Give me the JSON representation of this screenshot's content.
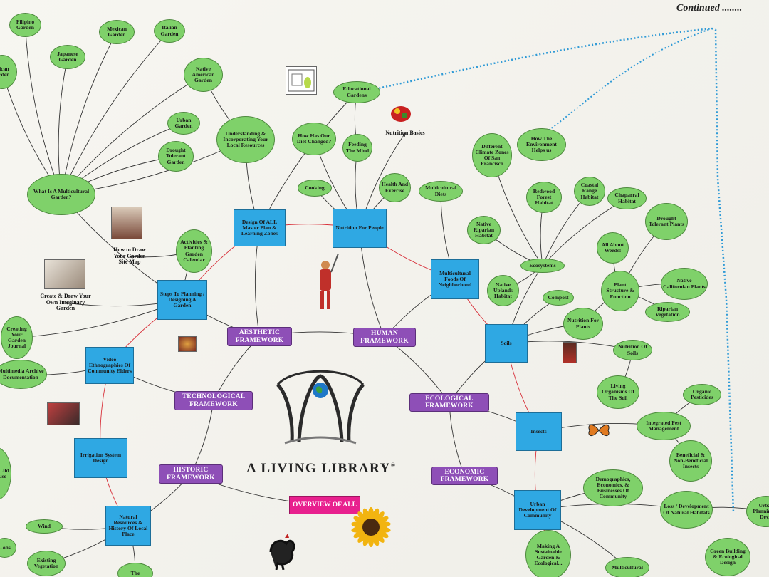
{
  "continued_text": "Continued ........",
  "title": "A LIVING LIBRARY",
  "title_mark": "®",
  "framework_nodes": [
    {
      "id": "aesthetic",
      "text": "AESTHETIC FRAMEWORK"
    },
    {
      "id": "human",
      "text": "HUMAN FRAMEWORK"
    },
    {
      "id": "technological",
      "text": "TECHNOLOGICAL FRAMEWORK"
    },
    {
      "id": "ecological",
      "text": "ECOLOGICAL FRAMEWORK"
    },
    {
      "id": "historic",
      "text": "HISTORIC FRAMEWORK"
    },
    {
      "id": "economic",
      "text": "ECONOMIC FRAMEWORK"
    }
  ],
  "overview_node": {
    "id": "overview",
    "text": "OVERVIEW OF ALL"
  },
  "topic_nodes": [
    {
      "id": "design",
      "text": "Design Of ALL Master Plan & Learning Zones"
    },
    {
      "id": "nutrition",
      "text": "Nutrition For People"
    },
    {
      "id": "steps",
      "text": "Steps To Planning / Designing A Garden"
    },
    {
      "id": "multifoods",
      "text": "Multicultural Foods Of Neighborhood"
    },
    {
      "id": "video",
      "text": "Video Ethnographies Of Community Elders"
    },
    {
      "id": "soils",
      "text": "Soils"
    },
    {
      "id": "irrigation",
      "text": "Irrigation System Design"
    },
    {
      "id": "insects",
      "text": "Insects"
    },
    {
      "id": "natres",
      "text": "Natural Resources & History Of Local Place"
    },
    {
      "id": "urbandev",
      "text": "Urban Development Of Community"
    }
  ],
  "leaf_nodes": [
    {
      "id": "filipino",
      "text": "Filipino Garden"
    },
    {
      "id": "mexican",
      "text": "Mexican Garden"
    },
    {
      "id": "italian",
      "text": "Italian Garden"
    },
    {
      "id": "japanese",
      "text": "Japanese Garden"
    },
    {
      "id": "leftcut",
      "text": "...ican ...rden"
    },
    {
      "id": "nativeam",
      "text": "Native American Garden"
    },
    {
      "id": "urbangarden",
      "text": "Urban Garden"
    },
    {
      "id": "drought1",
      "text": "Drought Tolerant Garden"
    },
    {
      "id": "multigarden",
      "text": "What Is A Multicultural Garden?"
    },
    {
      "id": "understanding",
      "text": "Understanding & Incorporating Your Local Resources"
    },
    {
      "id": "educational",
      "text": "Educational Gardens"
    },
    {
      "id": "diet",
      "text": "How Has Our Diet Changed?"
    },
    {
      "id": "feeding",
      "text": "Feeding The Mind"
    },
    {
      "id": "cooking",
      "text": "Cooking"
    },
    {
      "id": "health",
      "text": "Health And Exercise"
    },
    {
      "id": "multidiets",
      "text": "Multicultural Diets"
    },
    {
      "id": "climate",
      "text": "Different Climate Zones Of San Francisco"
    },
    {
      "id": "envhelps",
      "text": "How The Environment Helps us"
    },
    {
      "id": "redwood",
      "text": "Redwood Forest Habitat"
    },
    {
      "id": "coastal",
      "text": "Coastal Range Habitat"
    },
    {
      "id": "chaparral",
      "text": "Chaparral Habitat"
    },
    {
      "id": "riparian",
      "text": "Native Riparian Habitat"
    },
    {
      "id": "drought2",
      "text": "Drought Tolerant Plants"
    },
    {
      "id": "weeds",
      "text": "All About Weeds!"
    },
    {
      "id": "ecosystems",
      "text": "Ecosystems"
    },
    {
      "id": "uplands",
      "text": "Native Uplands Habitat"
    },
    {
      "id": "compost",
      "text": "Compost"
    },
    {
      "id": "plantstruct",
      "text": "Plant Structure & Function"
    },
    {
      "id": "natcal",
      "text": "Native Californian Plants"
    },
    {
      "id": "ripveg",
      "text": "Riparian Vegetation"
    },
    {
      "id": "nutplants",
      "text": "Nutrition For Plants"
    },
    {
      "id": "nutsoils",
      "text": "Nutrition Of Soils"
    },
    {
      "id": "activities",
      "text": "Activities & Planting Garden Calendar"
    },
    {
      "id": "journal",
      "text": "Creating Your Garden Journal"
    },
    {
      "id": "archive",
      "text": "Multimedia Archive Documentation"
    },
    {
      "id": "organisms",
      "text": "Living Organisms Of The Soil"
    },
    {
      "id": "organicpest",
      "text": "Organic Pesticides"
    },
    {
      "id": "ipm",
      "text": "Integrated Pest Management"
    },
    {
      "id": "beneficial",
      "text": "Beneficial & Non-Beneficial Insects"
    },
    {
      "id": "demographics",
      "text": "Demographics, Economics, & Businesses Of Community"
    },
    {
      "id": "losshab",
      "text": "Loss / Development Of Natural Habitats"
    },
    {
      "id": "urbplanr",
      "text": "Urban Planning & Dev..."
    },
    {
      "id": "wind",
      "text": "Wind"
    },
    {
      "id": "existveg",
      "text": "Existing Vegetation"
    },
    {
      "id": "leftw",
      "text": "...w to ...ild ...n ...use"
    },
    {
      "id": "leftons",
      "text": "...ons"
    },
    {
      "id": "the",
      "text": "The"
    },
    {
      "id": "sustainable",
      "text": "Making A Sustainable Garden & Ecological..."
    },
    {
      "id": "multicult2",
      "text": "Multicultural"
    },
    {
      "id": "greenbuild",
      "text": "Green Building & Ecological Design"
    }
  ],
  "captions": [
    {
      "id": "nutbasics",
      "text": "Nutrition Basics"
    },
    {
      "id": "drawsite",
      "text": "How to Draw Your Garden Site Map"
    },
    {
      "id": "drawimag",
      "text": "Create & Draw Your Own Imaginary Garden"
    }
  ]
}
